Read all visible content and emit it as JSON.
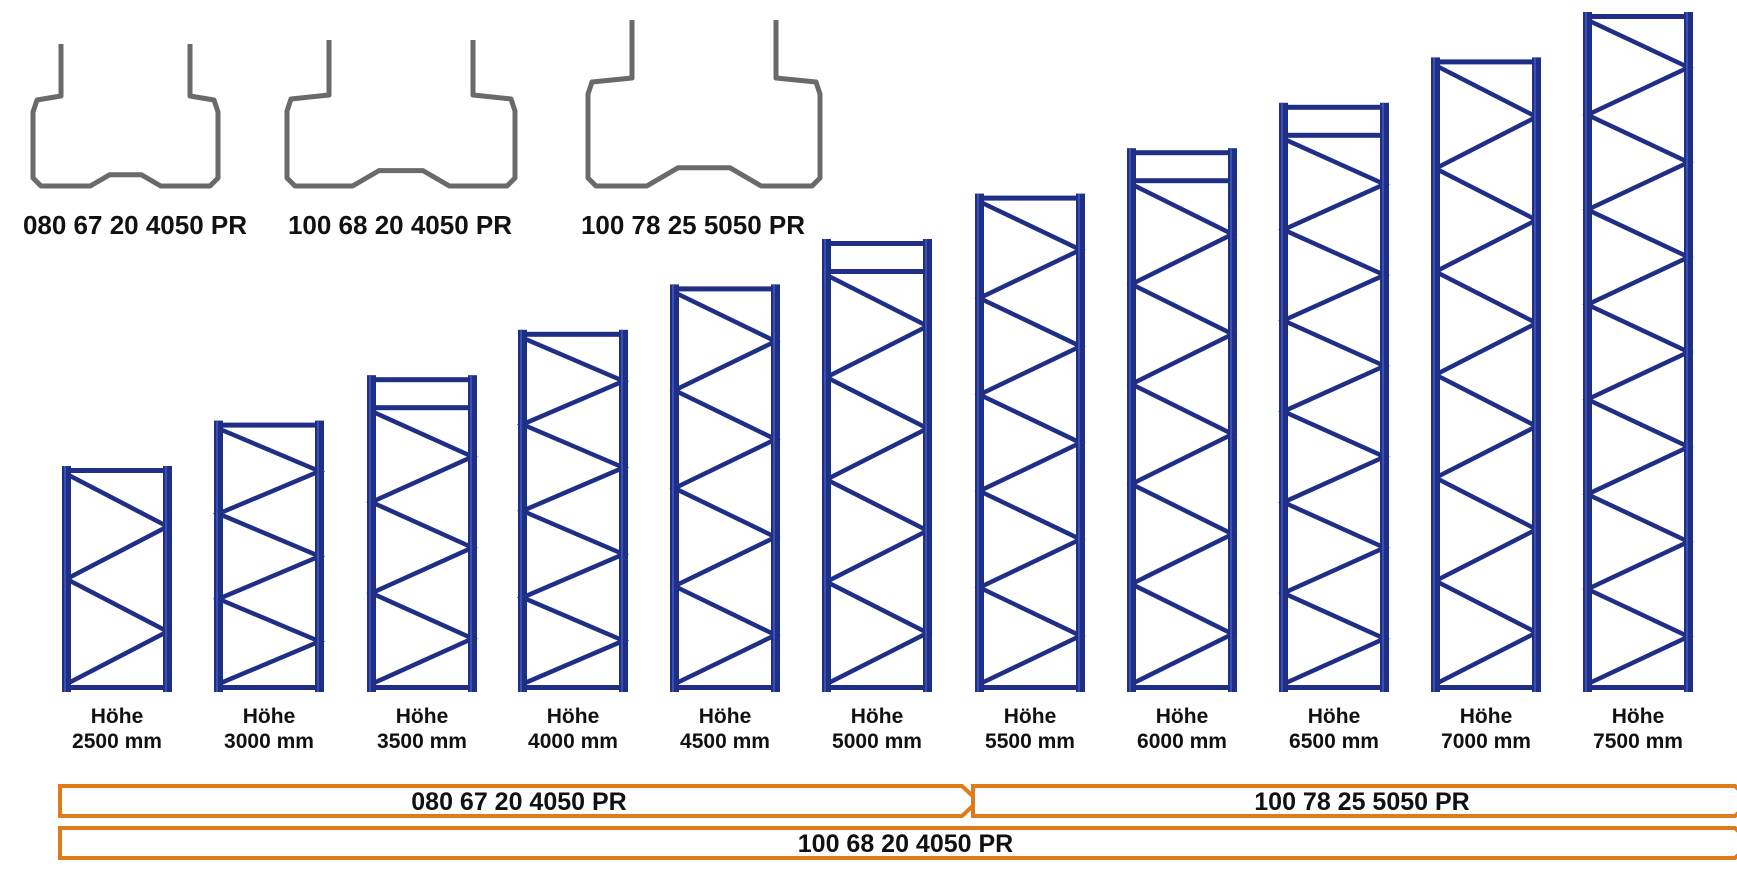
{
  "colors": {
    "frame": "#1f2f86",
    "frame_light": "#3b4fb0",
    "profile": "#6a6a6a",
    "arrow": "#e07b1c"
  },
  "profiles": [
    {
      "code": "080 67 20 4050 PR"
    },
    {
      "code": "100 68 20 4050 PR"
    },
    {
      "code": "100 78 25 5050 PR"
    }
  ],
  "frames": [
    {
      "label": "Höhe",
      "height": "2500 mm",
      "height_mm": 2500,
      "panels": 2,
      "top_spacer": false
    },
    {
      "label": "Höhe",
      "height": "3000 mm",
      "height_mm": 3000,
      "panels": 3,
      "top_spacer": false
    },
    {
      "label": "Höhe",
      "height": "3500 mm",
      "height_mm": 3500,
      "panels": 3,
      "top_spacer": true
    },
    {
      "label": "Höhe",
      "height": "4000 mm",
      "height_mm": 4000,
      "panels": 4,
      "top_spacer": false
    },
    {
      "label": "Höhe",
      "height": "4500 mm",
      "height_mm": 4500,
      "panels": 4,
      "top_spacer": false
    },
    {
      "label": "Höhe",
      "height": "5000 mm",
      "height_mm": 5000,
      "panels": 4,
      "top_spacer": true
    },
    {
      "label": "Höhe",
      "height": "5500 mm",
      "height_mm": 5500,
      "panels": 5,
      "top_spacer": false
    },
    {
      "label": "Höhe",
      "height": "6000 mm",
      "height_mm": 6000,
      "panels": 5,
      "top_spacer": true
    },
    {
      "label": "Höhe",
      "height": "6500 mm",
      "height_mm": 6500,
      "panels": 6,
      "top_spacer": true
    },
    {
      "label": "Höhe",
      "height": "7000 mm",
      "height_mm": 7000,
      "panels": 6,
      "top_spacer": false
    },
    {
      "label": "Höhe",
      "height": "7500 mm",
      "height_mm": 7500,
      "panels": 7,
      "top_spacer": false
    }
  ],
  "ranges": [
    {
      "code": "080 67 20 4050 PR",
      "from_frame": 0,
      "to_frame": 5
    },
    {
      "code": "100 78 25 5050 PR",
      "from_frame": 6,
      "to_frame": 10
    },
    {
      "code": "100 68 20 4050 PR",
      "from_frame": 0,
      "to_frame": 10
    }
  ]
}
